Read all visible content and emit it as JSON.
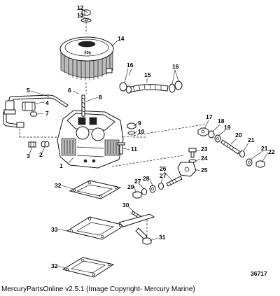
{
  "callouts": [
    "1",
    "2",
    "3",
    "4",
    "5",
    "6",
    "7",
    "8",
    "9",
    "10",
    "11",
    "12",
    "13",
    "14",
    "15",
    "16",
    "16",
    "17",
    "18",
    "19",
    "20",
    "21",
    "21",
    "22",
    "23",
    "24",
    "25",
    "26",
    "27",
    "27",
    "28",
    "29",
    "30",
    "31",
    "32",
    "32",
    "33"
  ],
  "drawing_number": "36717",
  "footer_caption": "MercuryPartsOnline v2.5.1 (Image Copyright- Mercury Marine)",
  "air_cleaner_text": "300"
}
